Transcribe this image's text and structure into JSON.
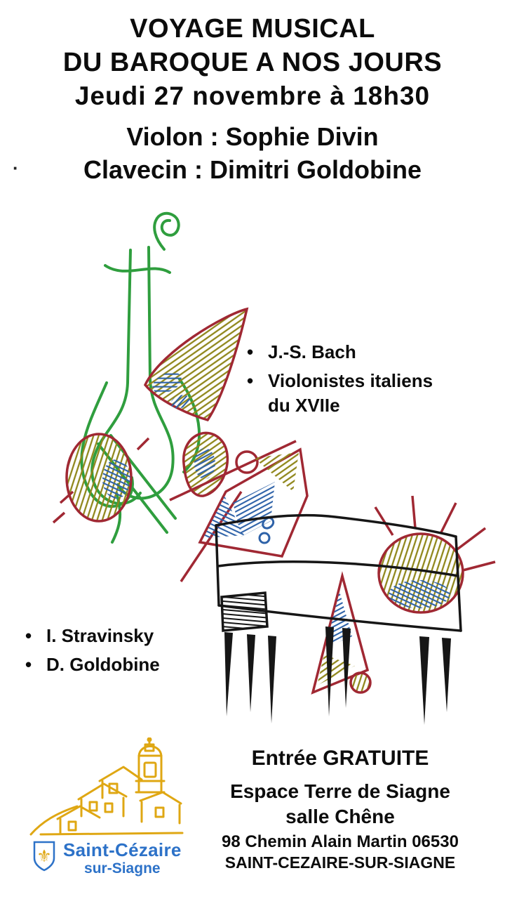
{
  "header": {
    "title_line1": "VOYAGE MUSICAL",
    "title_line2": "DU BAROQUE A NOS JOURS",
    "date_line": "Jeudi 27 novembre à 18h30",
    "performer_violin": "Violon : Sophie Divin",
    "performer_harpsichord": "Clavecin : Dimitri Goldobine"
  },
  "stray_mark": "·",
  "icons": {
    "bullet": "•",
    "fleur_de_lis": "⚜"
  },
  "program_baroque": {
    "items": [
      "J.-S. Bach",
      "Violonistes italiens\ndu XVIIe"
    ]
  },
  "program_modern": {
    "items": [
      "I. Stravinsky",
      "D. Goldobine"
    ]
  },
  "footer": {
    "entry": "Entrée GRATUITE",
    "venue_line1": "Espace Terre de Siagne",
    "venue_line2": "salle Chêne",
    "address": "98 Chemin Alain Martin 06530",
    "city": "SAINT-CEZAIRE-SUR-SIAGNE"
  },
  "logo": {
    "name_line1": "Saint-Cézaire",
    "name_line2": "sur-Siagne"
  },
  "colors": {
    "background": "#ffffff",
    "text": "#0d0d0d",
    "violin_green": "#2f9e3e",
    "accent_red": "#a02833",
    "hatch_olive": "#8f861a",
    "hatch_blue": "#2e62a8",
    "sketch_black": "#161616",
    "logo_gold": "#dfa713",
    "logo_blue": "#2d72c8"
  }
}
